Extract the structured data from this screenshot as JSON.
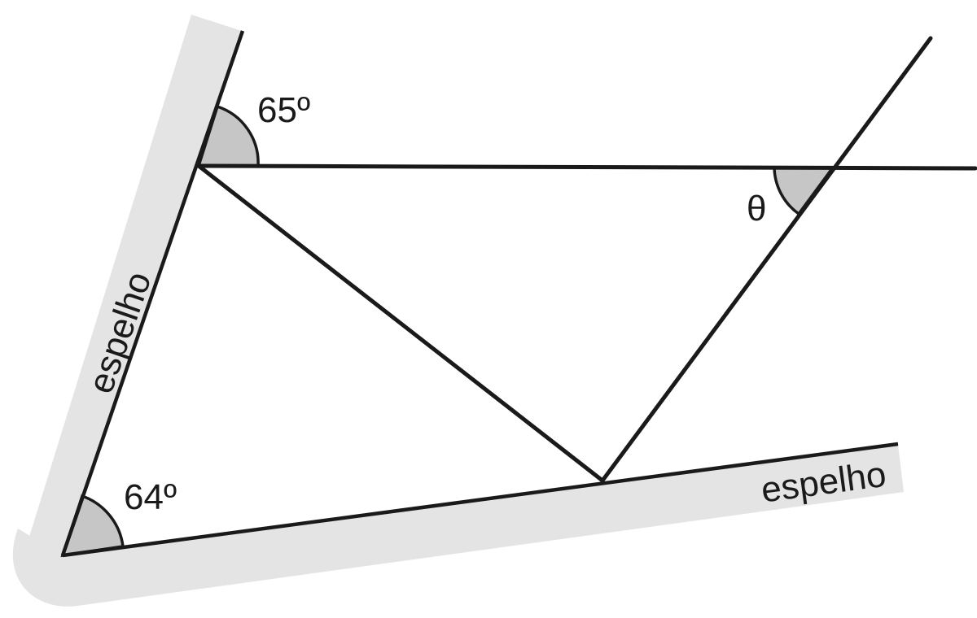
{
  "labels": {
    "mirror_left": "espelho",
    "mirror_bottom": "espelho",
    "angle_top": "65º",
    "angle_vertex": "64º",
    "angle_theta": "θ"
  },
  "angles": {
    "top_degrees": 65,
    "vertex_degrees": 64
  },
  "colors": {
    "line": "#1a1a1a",
    "angle_fill": "#c6c6c6",
    "mirror_band": "#e4e4e4"
  }
}
